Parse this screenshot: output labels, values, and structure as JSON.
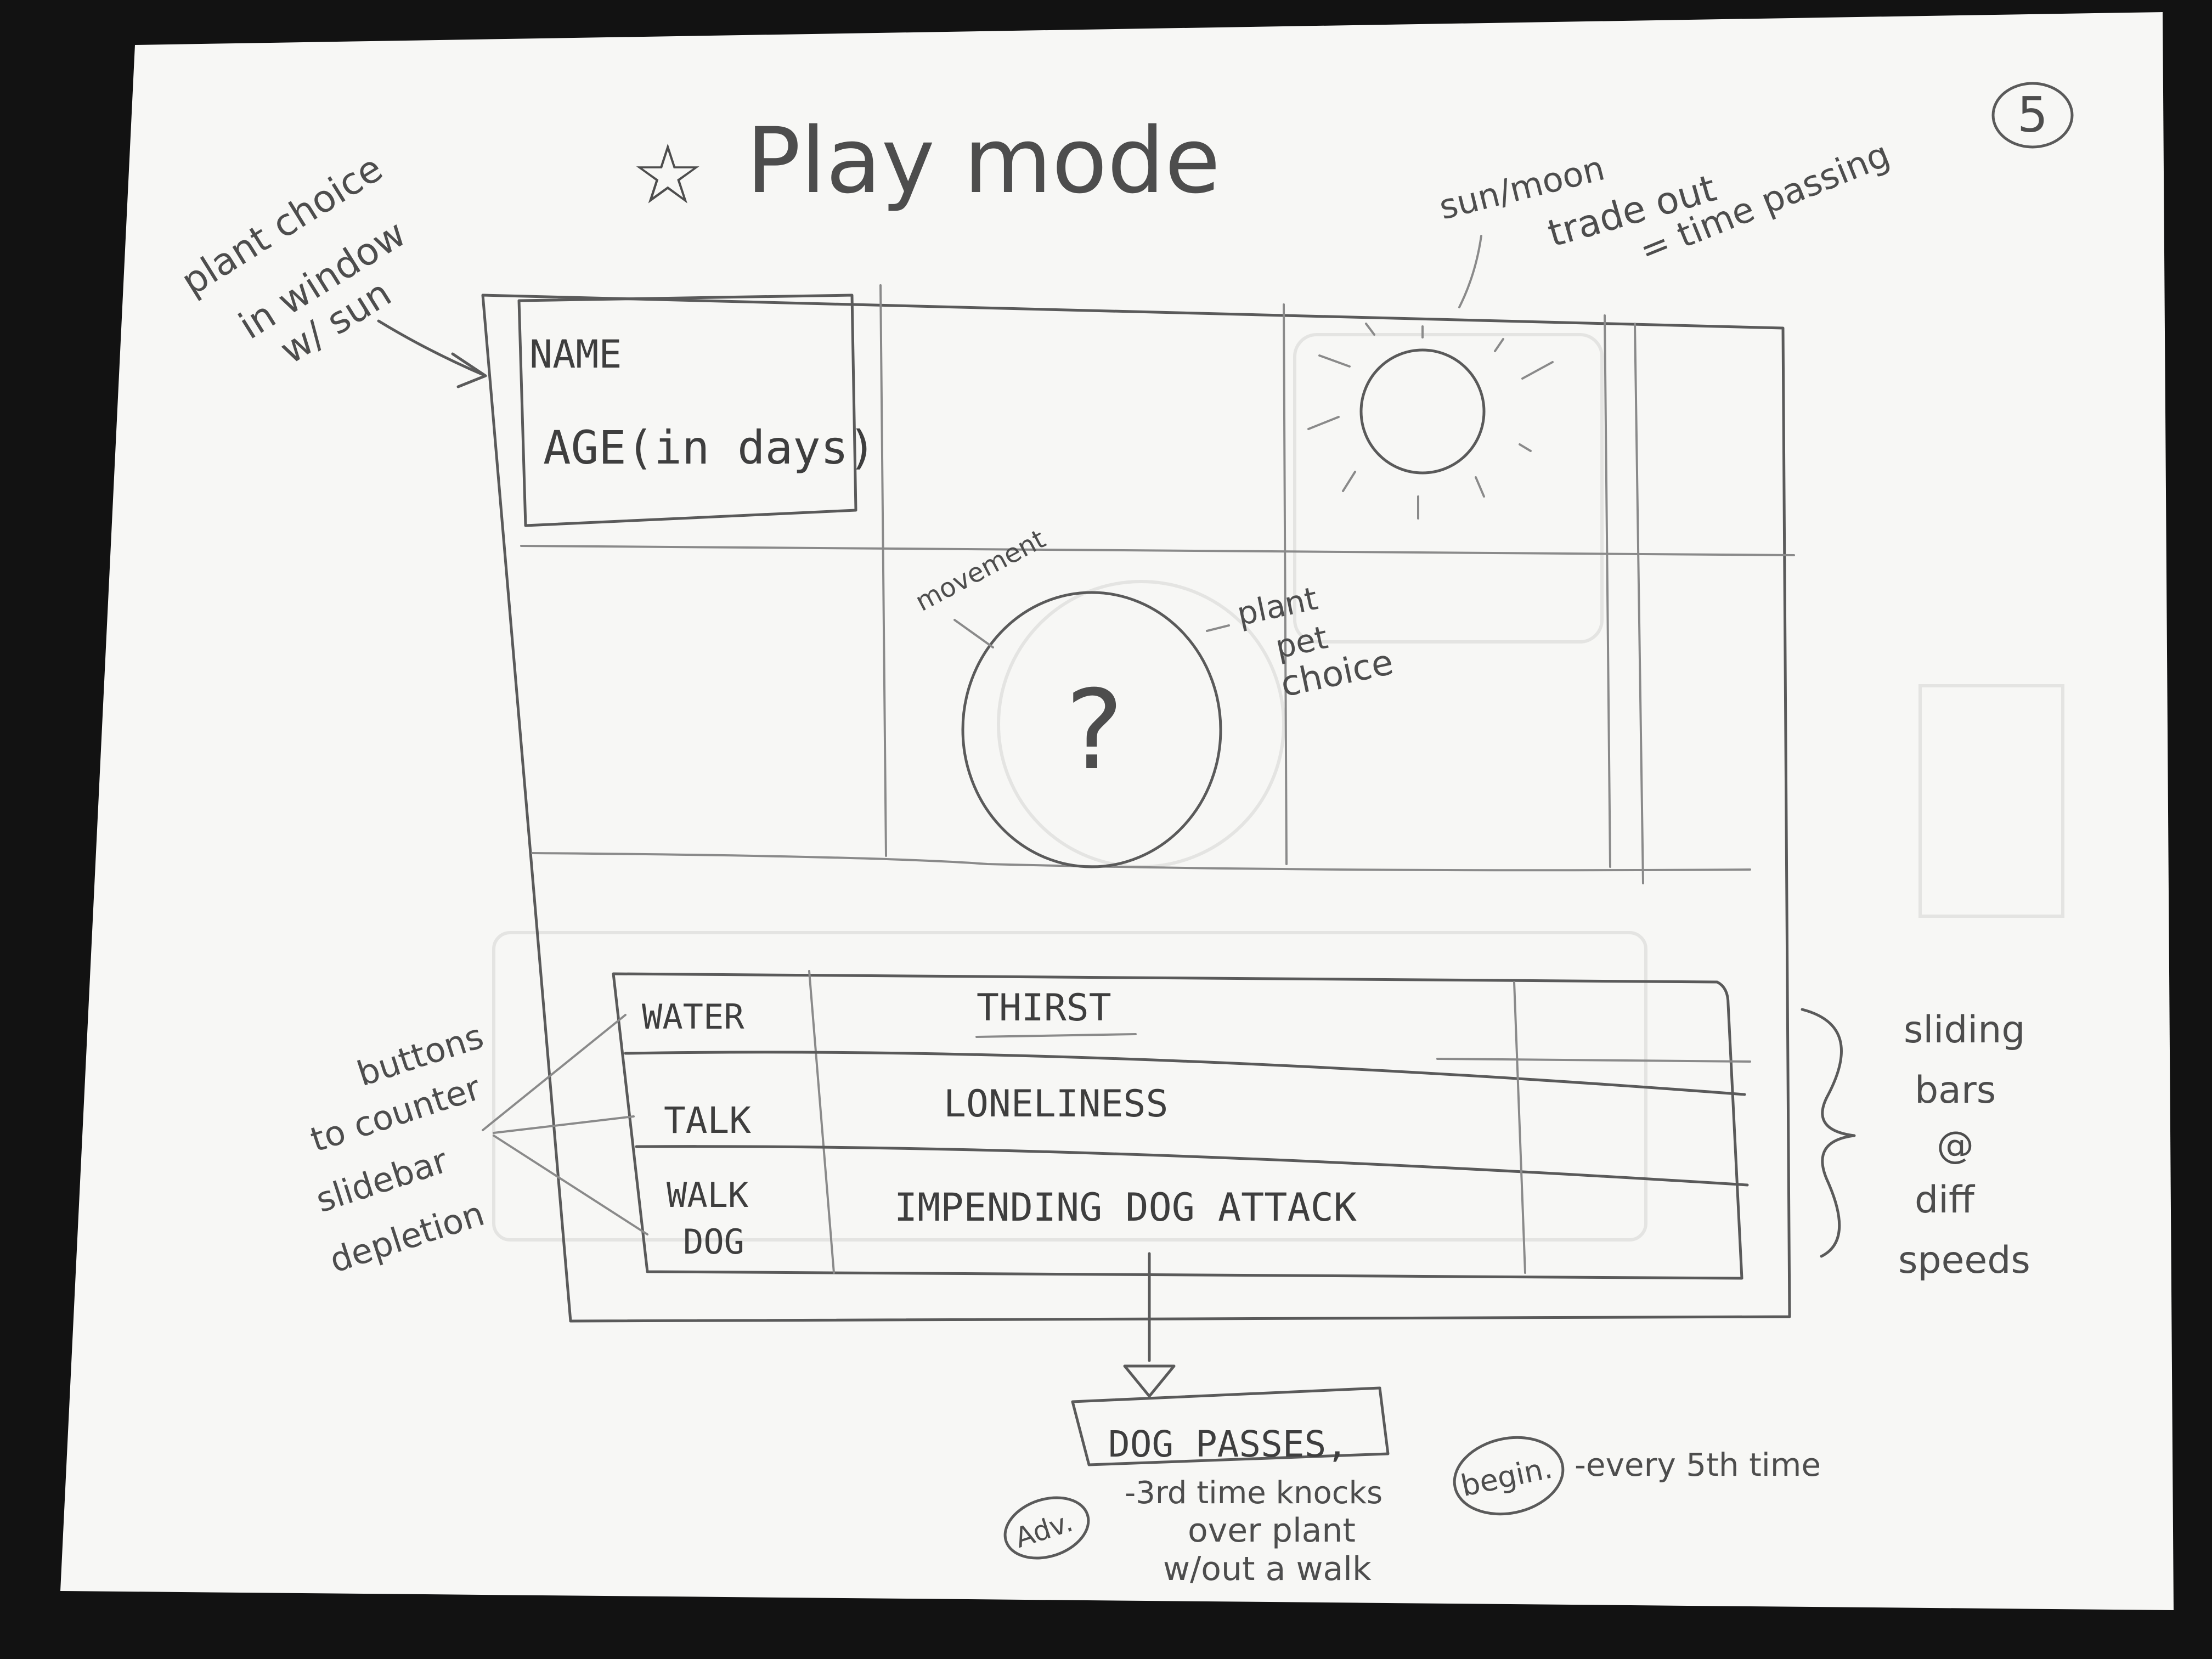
{
  "page_number": "5",
  "title": {
    "star": "☆",
    "text": "Play mode"
  },
  "annotations": {
    "plant_window": [
      "plant choice",
      "in window",
      "w/ sun"
    ],
    "sun_moon": [
      "sun/moon",
      "trade out",
      "= time passing"
    ],
    "movement": "movement",
    "pet_choice": [
      "plant",
      "pet",
      "choice"
    ],
    "buttons_note": [
      "buttons",
      "to counter",
      "slidebar",
      "depletion"
    ],
    "sliding_note": [
      "sliding",
      "bars",
      "@",
      "diff",
      "speeds"
    ],
    "dog_passes": "DOG PASSES,",
    "adv_label": "Adv.",
    "adv_text": [
      "-3rd time knocks",
      "over plant",
      "w/out a walk"
    ],
    "begin_label": "begin.",
    "begin_text": "-every 5th time"
  },
  "info_box": {
    "name": "NAME",
    "age": "AGE(in days)"
  },
  "pet_placeholder": "?",
  "actions": [
    {
      "button": "WATER",
      "bar": "THIRST"
    },
    {
      "button": "TALK",
      "bar": "LONELINESS"
    },
    {
      "button_lines": [
        "WALK",
        "DOG"
      ],
      "bar": "IMPENDING DOG ATTACK"
    }
  ],
  "colors": {
    "paper": "#f7f7f5",
    "background": "#121212",
    "pencil": "#5a5a5a"
  }
}
